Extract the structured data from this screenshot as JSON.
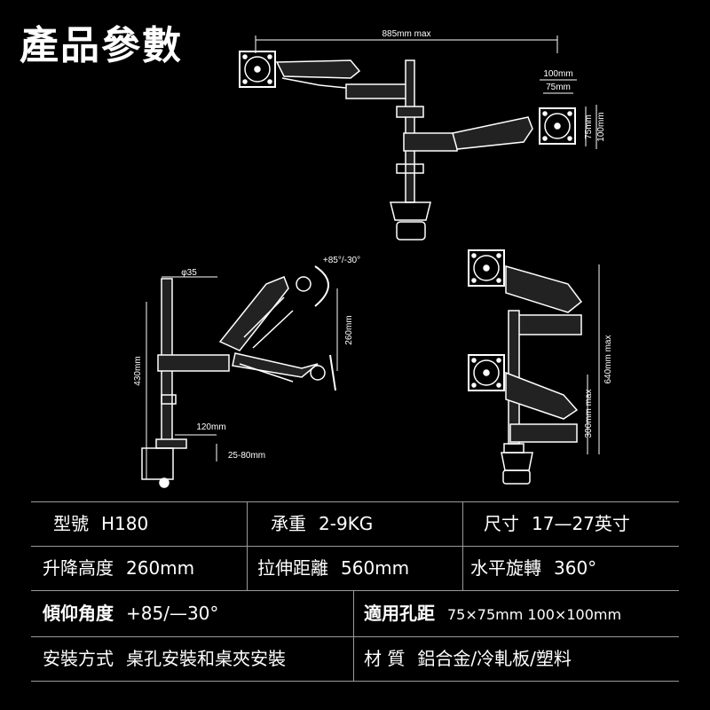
{
  "title": "產品參數",
  "dims": {
    "reach_max": "885mm max",
    "vesa_100_w": "100mm",
    "vesa_75_w": "75mm",
    "vesa_75_h": "75mm",
    "vesa_100_h": "100mm",
    "pole_dia": "φ35",
    "tilt": "+85°/-30°",
    "height_260": "260mm",
    "pole_430": "430mm",
    "clamp_120": "120mm",
    "clamp_range": "25-80mm",
    "max_640": "640mm max",
    "max_300": "300mm max"
  },
  "specs": {
    "model_label": "型號",
    "model_value": "H180",
    "load_label": "承重",
    "load_value": "2-9KG",
    "size_label": "尺寸",
    "size_value": "17—27英寸",
    "lift_label": "升降高度",
    "lift_value": "260mm",
    "stretch_label": "拉伸距離",
    "stretch_value": "560mm",
    "rotate_label": "水平旋轉",
    "rotate_value": "360°",
    "tilt_label": "傾仰角度",
    "tilt_value": "+85/—30°",
    "vesa_label": "適用孔距",
    "vesa_value": "75×75mm 100×100mm",
    "install_label": "安裝方式",
    "install_value": "桌孔安裝和桌夾安裝",
    "material_label": "材 質",
    "material_value": "鋁合金/冷軋板/塑料"
  }
}
